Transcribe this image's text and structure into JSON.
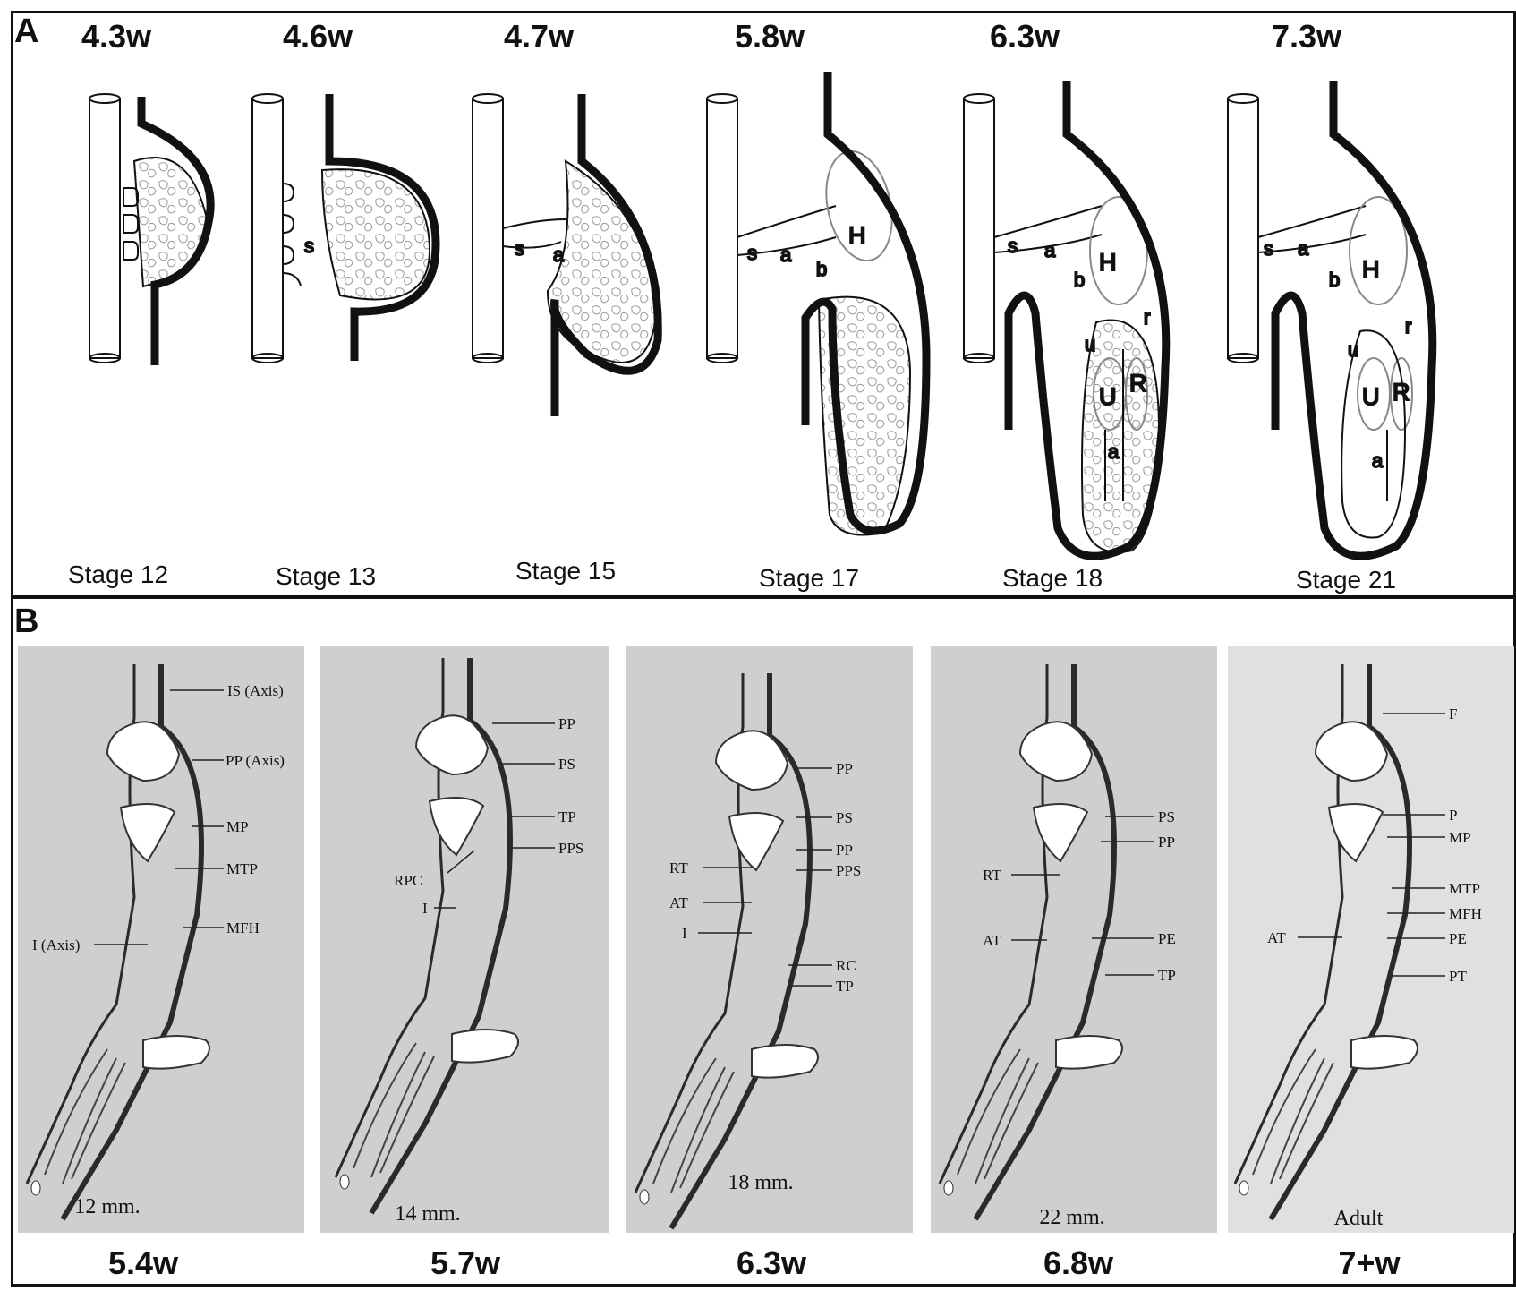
{
  "panel_a": {
    "letter": "A",
    "stages": [
      {
        "age": "4.3w",
        "stage": "Stage 12"
      },
      {
        "age": "4.6w",
        "stage": "Stage 13"
      },
      {
        "age": "4.7w",
        "stage": "Stage 15"
      },
      {
        "age": "5.8w",
        "stage": "Stage 17"
      },
      {
        "age": "6.3w",
        "stage": "Stage 18"
      },
      {
        "age": "7.3w",
        "stage": "Stage 21"
      }
    ],
    "letters": {
      "s": "s",
      "a": "a",
      "b": "b",
      "H": "H",
      "r": "r",
      "u": "u",
      "U": "U",
      "R": "R"
    }
  },
  "panel_b": {
    "letter": "B",
    "panels": [
      {
        "age": "5.4w",
        "size": "12 mm.",
        "labels": [
          "IS (Axis)",
          "PP (Axis)",
          "MP",
          "MTP",
          "MFH",
          "I (Axis)"
        ]
      },
      {
        "age": "5.7w",
        "size": "14 mm.",
        "labels": [
          "PP",
          "PS",
          "TP",
          "PPS",
          "RPC",
          "I"
        ]
      },
      {
        "age": "6.3w",
        "size": "18 mm.",
        "labels": [
          "PP",
          "PS",
          "PP",
          "PPS",
          "RT",
          "AT",
          "I",
          "RC",
          "TP"
        ]
      },
      {
        "age": "6.8w",
        "size": "22 mm.",
        "labels": [
          "PS",
          "PP",
          "RT",
          "AT",
          "PE",
          "TP"
        ]
      },
      {
        "age": "7+w",
        "size": "Adult",
        "labels": [
          "F",
          "P",
          "MP",
          "MTP",
          "MFH",
          "AT",
          "PE",
          "PT"
        ]
      }
    ]
  }
}
